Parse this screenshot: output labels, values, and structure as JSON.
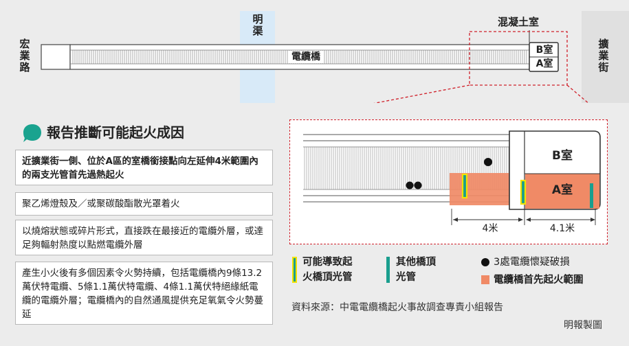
{
  "top": {
    "left_road": "宏\n業\n路",
    "right_road": "擴\n業\n街",
    "channel": "明\n渠",
    "bridge": "電纜橋",
    "concrete_room": "混凝土室",
    "room_b": "B室",
    "room_a": "A室"
  },
  "report": {
    "title": "報告推斷可能起火成因",
    "steps": [
      "近擴業街一側、位於A區的室橋銜接點向左延伸4米範圍內的兩支光管首先過熱起火",
      "聚乙烯燈殼及／或聚碳酸酯散光罩着火",
      "以燒熔狀態或碎片形式，直接跌在最接近的電纜外層，或達足夠輻射熱度以點燃電纜外層",
      "產生小火後有多個因素令火勢持續，包括電纜橋內9條13.2萬伏特電纜、5條1.1萬伏特電纜、4條1.1萬伏特絕緣紙電纜的電纜外層；電纜橋內的自然通風提供充足氧氣令火勢蔓延"
    ]
  },
  "detail": {
    "room_b": "B室",
    "room_a": "A室",
    "dim_left": "4米",
    "dim_right": "4.1米"
  },
  "legend": {
    "yellow_line1": "可能導致起",
    "yellow_line2": "火橋頂光管",
    "teal_line1": "其他橋頂",
    "teal_line2": "光管",
    "dot_label": "3處電纜懷疑破損",
    "orange_label": "電纜橋首先起火範圍"
  },
  "colors": {
    "red_dash": "#d0202a",
    "fire_orange": "#f08a66",
    "yellow_tube": "#f2e300",
    "teal_tube": "#1a9e8e",
    "channel_blue": "#d8eaf8",
    "title_teal": "#1aa38f"
  },
  "source": "資料來源：中電電纜橋起火事故調查專責小組報告",
  "credit": "明報製圖"
}
